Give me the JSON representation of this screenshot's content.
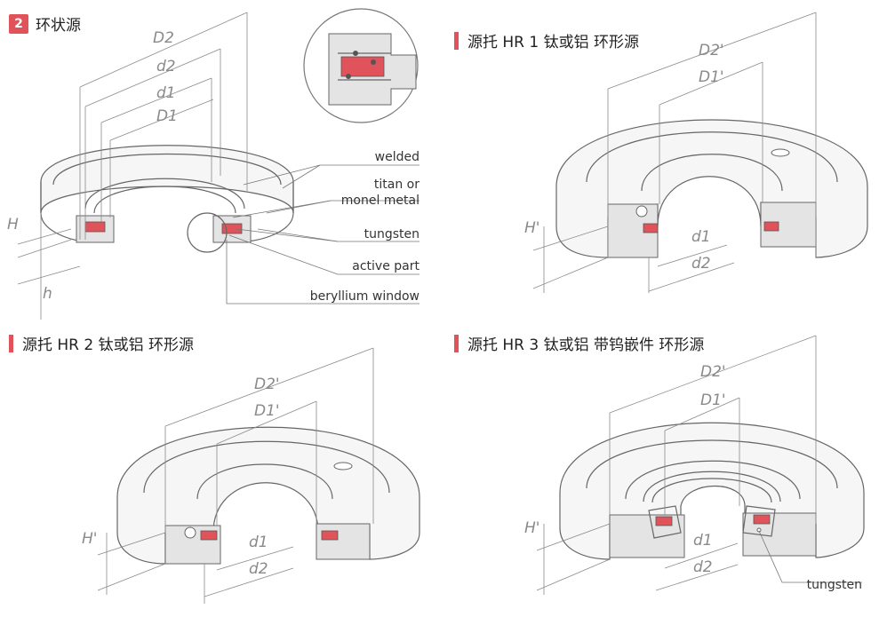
{
  "panels": {
    "p1": {
      "badge": "2",
      "title": "环状源"
    },
    "p2": {
      "title": "源托 HR 1 钛或铝 环形源"
    },
    "p3": {
      "title": "源托 HR 2 钛或铝 环形源"
    },
    "p4": {
      "title": "源托 HR 3 钛或铝 带钨嵌件 环形源"
    }
  },
  "callouts": {
    "welded": "welded",
    "titan_line1": "titan or",
    "titan_line2": "monel metal",
    "tungsten": "tungsten",
    "active_part": "active part",
    "beryllium": "beryllium window",
    "tungsten_hr3": "tungsten"
  },
  "dims": {
    "D2": "D2",
    "d2": "d2",
    "d1": "d1",
    "D1": "D1",
    "H": "H",
    "h": "h",
    "D2p": "D2'",
    "D1p": "D1'",
    "Hp": "H'"
  },
  "colors": {
    "accent": "#e0535a",
    "line": "#666666",
    "dimension": "#8a8a8a"
  }
}
